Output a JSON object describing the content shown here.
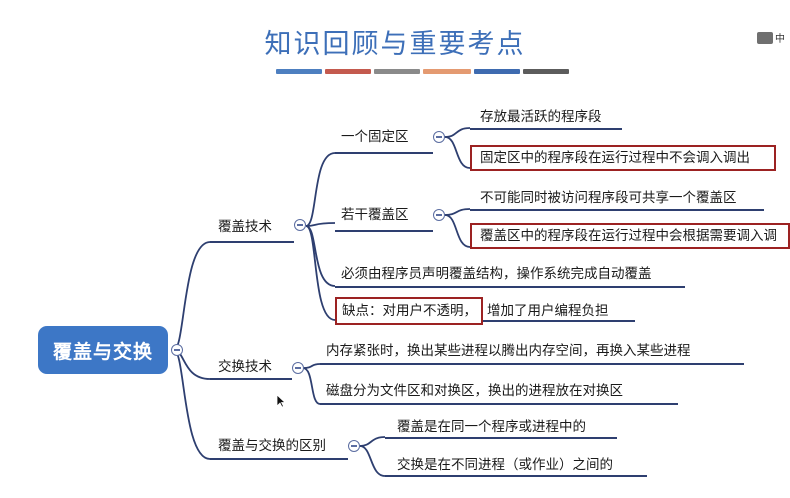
{
  "title": "知识回顾与重要考点",
  "palette": [
    "#4d7fc0",
    "#c45a4e",
    "#8a8a8a",
    "#e49a71",
    "#3e6bb0",
    "#5c5c5c"
  ],
  "root": "覆盖与交换",
  "branches": {
    "overlay": {
      "label": "覆盖技术",
      "fixed_area": {
        "label": "一个固定区",
        "items": [
          "存放最活跃的程序段",
          "固定区中的程序段在运行过程中不会调入调出"
        ]
      },
      "overlay_areas": {
        "label": "若干覆盖区",
        "items": [
          "不可能同时被访问程序段可共享一个覆盖区",
          "覆盖区中的程序段在运行过程中会根据需要调入调"
        ]
      },
      "programmer_note": "必须由程序员声明覆盖结构，操作系统完成自动覆盖",
      "drawback": {
        "prefix": "缺点：对用户不透明，",
        "suffix": "增加了用户编程负担"
      }
    },
    "swap": {
      "label": "交换技术",
      "items": [
        "内存紧张时，换出某些进程以腾出内存空间，再换入某些进程",
        "磁盘分为文件区和对换区，换出的进程放在对换区"
      ]
    },
    "difference": {
      "label": "覆盖与交换的区别",
      "items": [
        "覆盖是在同一个程序或进程中的",
        "交换是在不同进程（或作业）之间的"
      ]
    }
  },
  "corner_label": "中"
}
